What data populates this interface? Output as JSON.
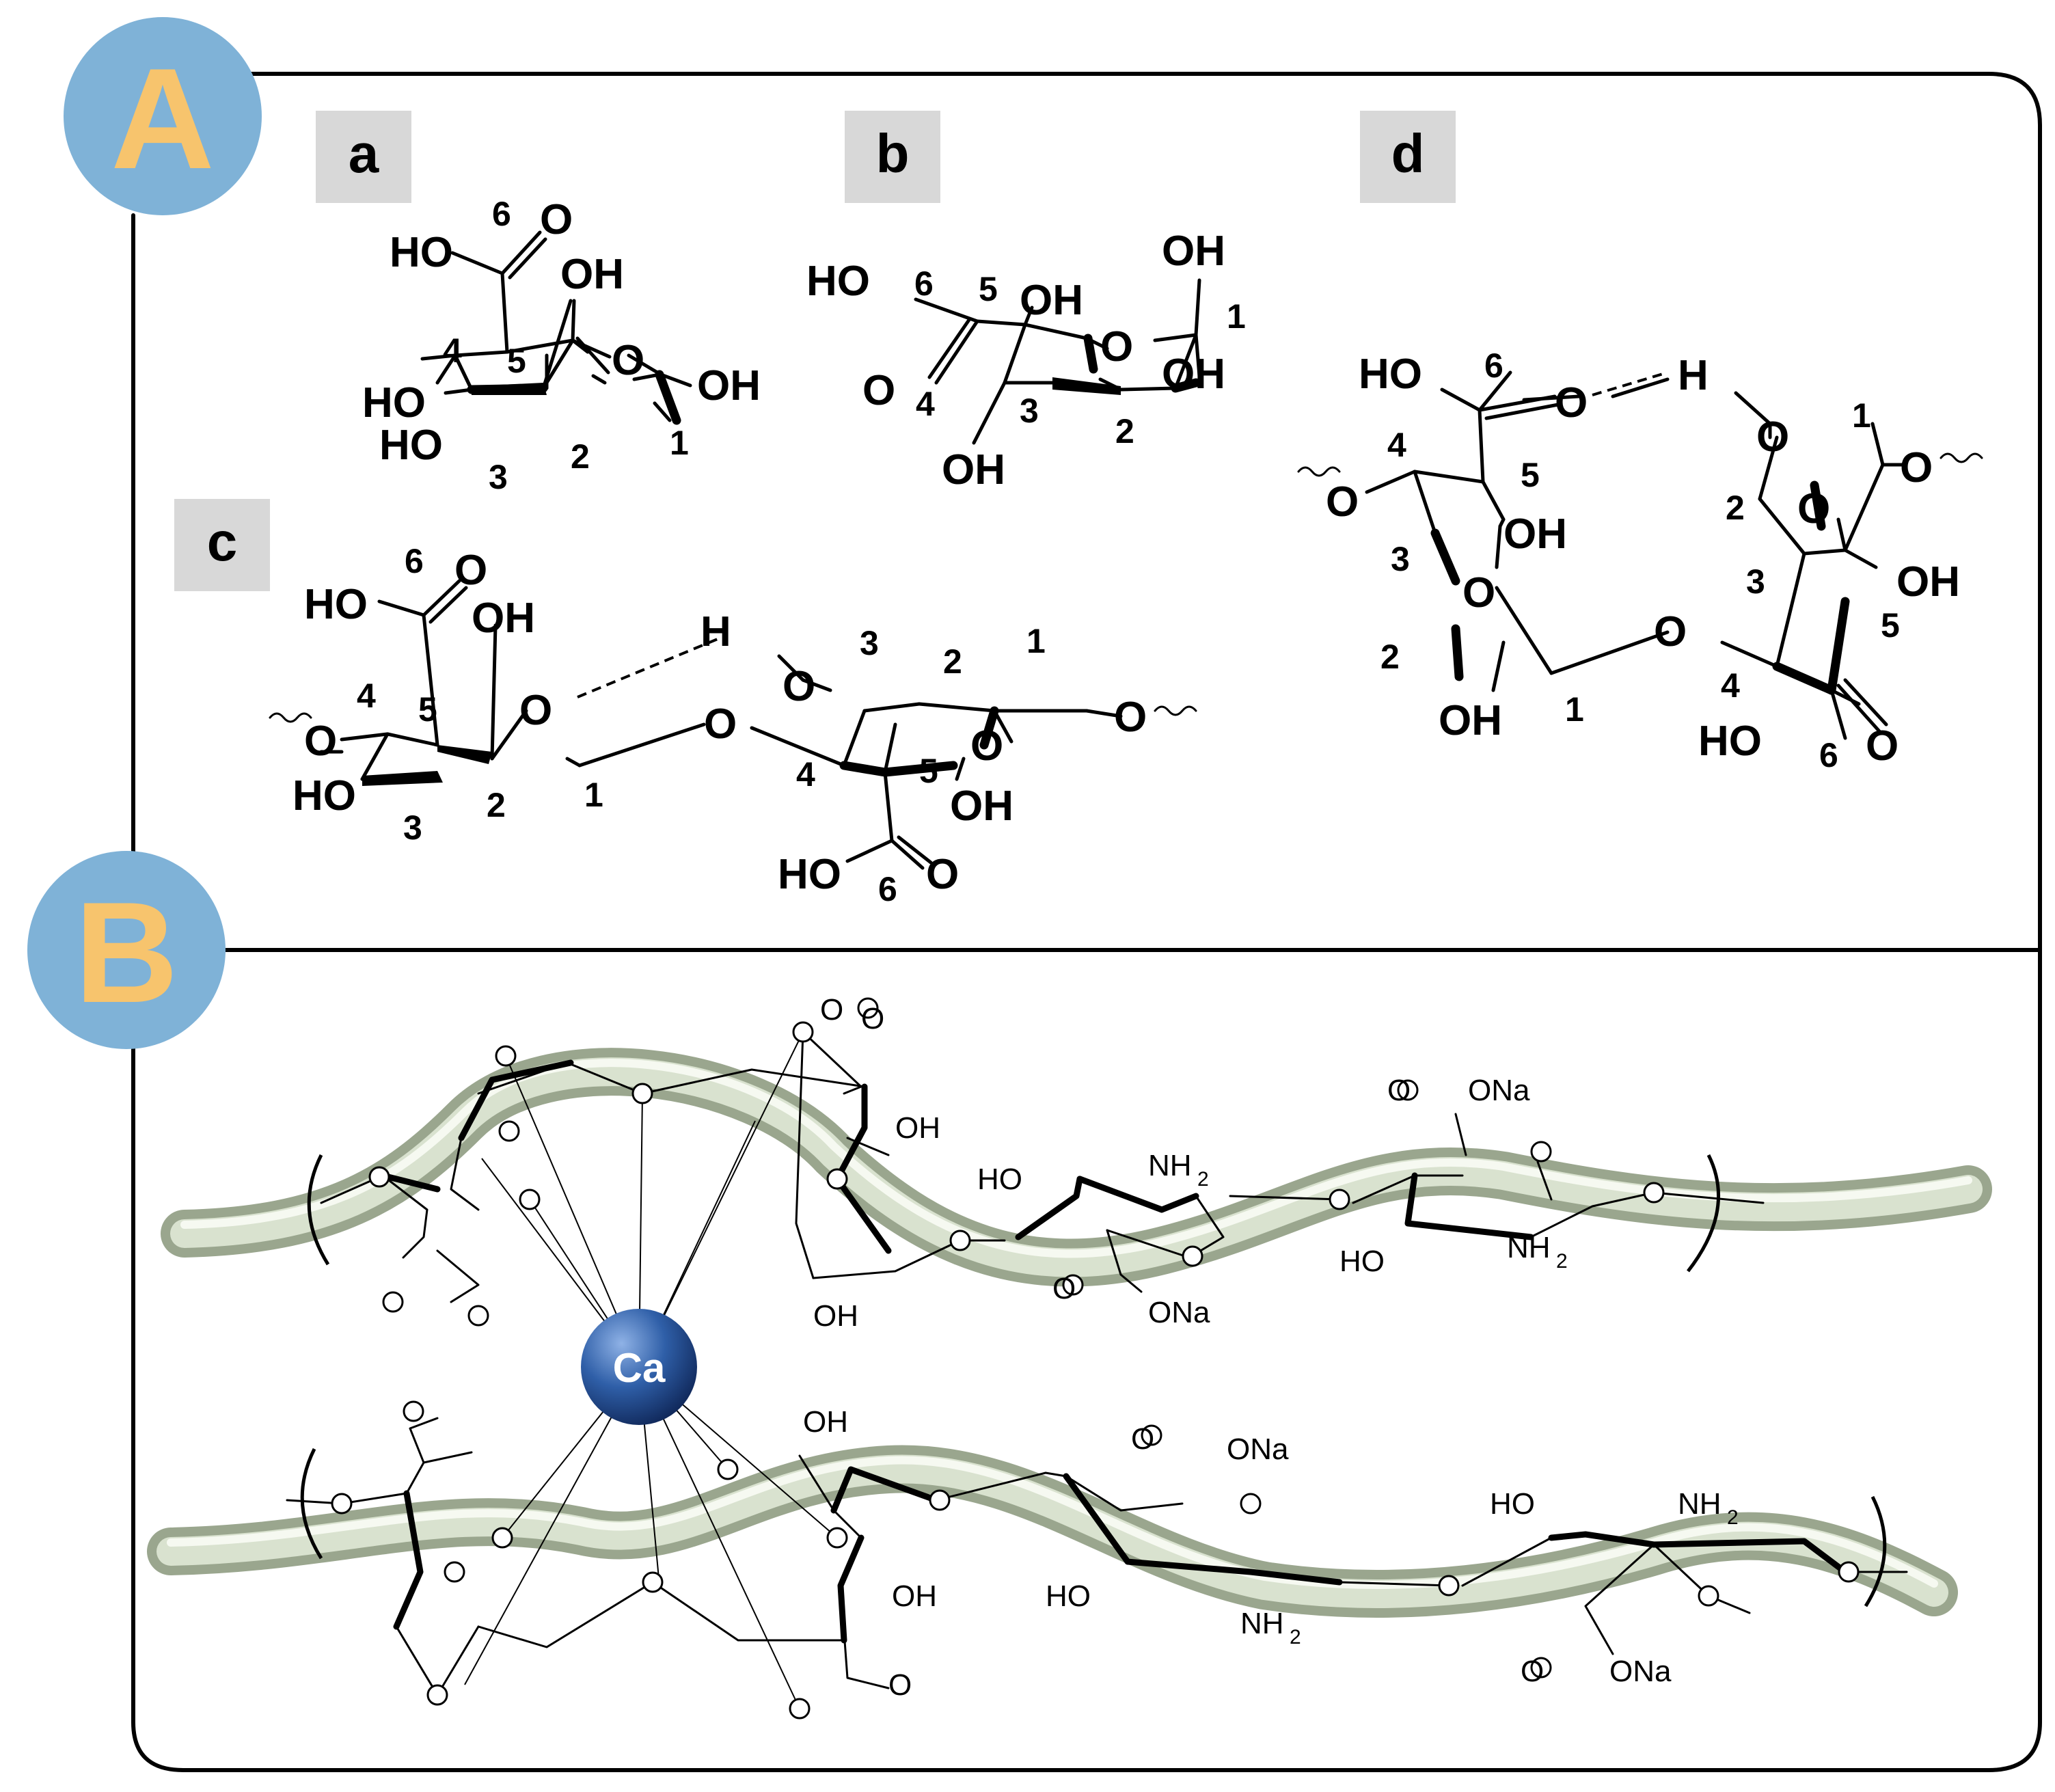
{
  "panels": [
    {
      "id": "A",
      "label": "A",
      "circle_color": "#7fb2d7",
      "letter_color": "#f7c46d"
    },
    {
      "id": "B",
      "label": "B",
      "circle_color": "#7fb2d7",
      "letter_color": "#f7c46d"
    }
  ],
  "subpanels": [
    {
      "id": "a",
      "label": "a"
    },
    {
      "id": "b",
      "label": "b"
    },
    {
      "id": "c",
      "label": "c"
    },
    {
      "id": "d",
      "label": "d"
    }
  ],
  "atoms": {
    "HO": "HO",
    "OH": "OH",
    "O": "O",
    "H": "H"
  },
  "positions": {
    "one": "1",
    "two": "2",
    "three": "3",
    "four": "4",
    "five": "5",
    "six": "6"
  },
  "panel_b": {
    "calcium": "Ca",
    "calcium_color": "#2f5fa8",
    "ONa": "ONa",
    "NH": "NH",
    "sub2": "2",
    "HO": "HO",
    "OH": "OH",
    "O": "O"
  }
}
